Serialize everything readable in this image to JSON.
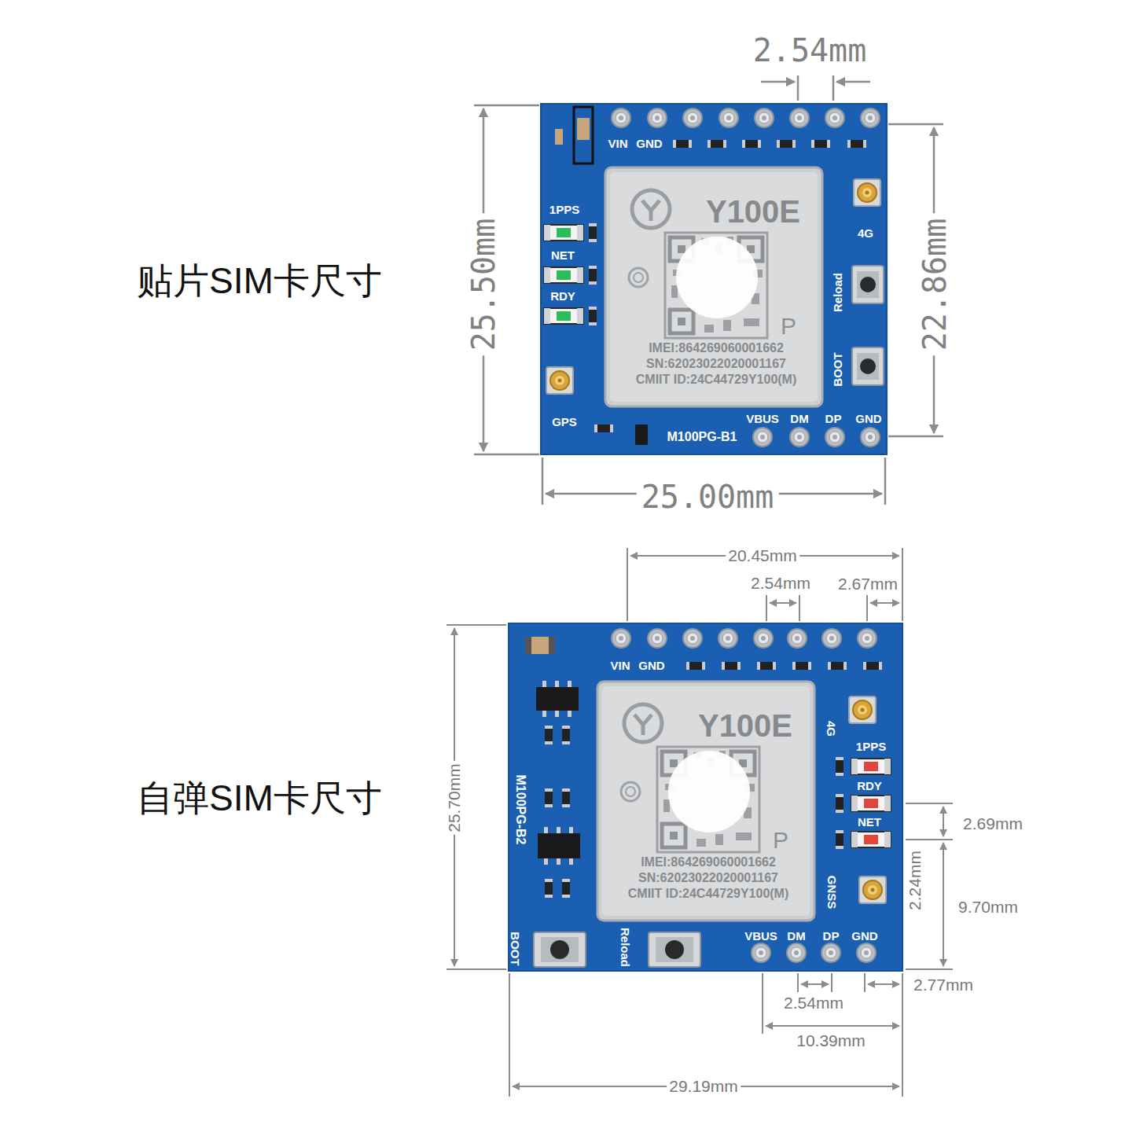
{
  "diagram": {
    "nodes": [
      {
        "text": [
          "M100PG-B1"
        ]
      },
      {
        "text": [
          "Y100E",
          "P",
          "IMEI:864269060001662",
          "SN:62023022020001167",
          "CMIIT ID:24C44729Y100(M)"
        ],
        "in": 0
      },
      {
        "text": [
          "M100PG-B2"
        ]
      },
      {
        "text": [
          "Y100E",
          "P",
          "IMEI:864269060001662",
          "SN:62023022020001167",
          "CMIIT ID:24C44729Y100(M)"
        ],
        "in": 2
      }
    ],
    "labels": [
      "2.54mm",
      "VIN",
      "GND",
      "1PPS",
      "4G",
      "NET",
      "贴片SIM卡尺寸",
      "25.50mm",
      "22.86mm",
      "Reload",
      "RDY",
      "BOOT",
      "GPS",
      "VBUS",
      "DM",
      "DP",
      "GND",
      "25.00mm",
      "20.45mm",
      "2.54mm",
      "2.67mm",
      "VIN",
      "GND",
      "4G",
      "1PPS",
      "自弹SIM卡尺寸",
      "25.70mm",
      "RDY",
      "2.69mm",
      "NET",
      "2.24mm",
      "GNSS",
      "9.70mm",
      "BOOT",
      "Reload",
      "VBUS",
      "DM",
      "DP",
      "GND",
      "2.77mm",
      "2.54mm",
      "10.39mm",
      "29.19mm"
    ]
  }
}
